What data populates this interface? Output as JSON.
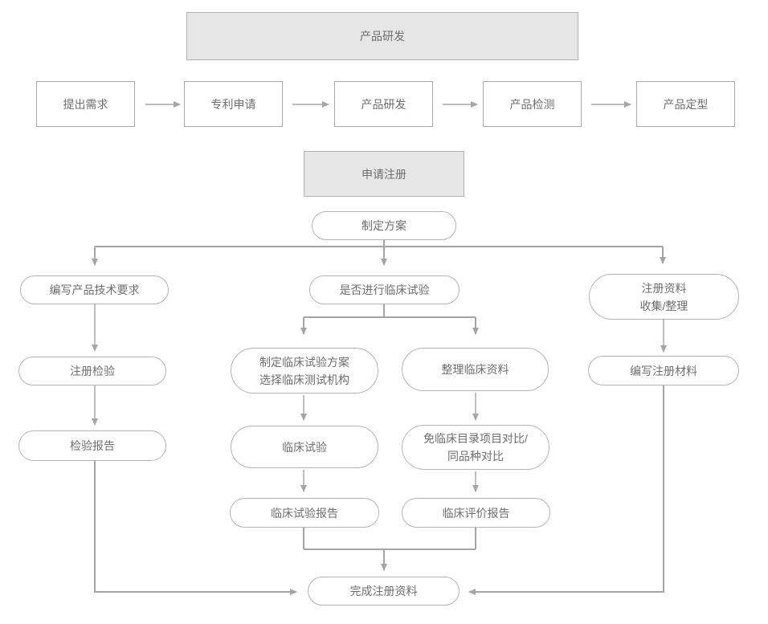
{
  "colors": {
    "line": "#a5a5a5",
    "box-border": "#a9a9a9",
    "pill-border": "#b3b3b3",
    "header-bg": "#e6e6e6",
    "header-border": "#b1b1b1",
    "text": "#6e6e6e",
    "bg": "#ffffff"
  },
  "phase_headers": {
    "rnd": "产品研发",
    "register": "申请注册"
  },
  "rnd_steps": [
    "提出需求",
    "专利申请",
    "产品研发",
    "产品检测",
    "产品定型"
  ],
  "nodes": {
    "plan": "制定方案",
    "write_tech_req": "编写产品技术要求",
    "register_inspection": "注册检验",
    "inspection_report": "检验报告",
    "clinical_decision": "是否进行临床试验",
    "clinical_plan": "制定临床试验方案\n选择临床测试机构",
    "clinical_trial": "临床试验",
    "clinical_trial_report": "临床试验报告",
    "organize_clinical_data": "整理临床资料",
    "exempt_compare": "免临床目录项目对比/\n同品种对比",
    "clinical_eval_report": "临床评价报告",
    "reg_data_collect": "注册资料\n收集/整理",
    "write_reg_materials": "编写注册材料",
    "complete_reg": "完成注册资料"
  }
}
